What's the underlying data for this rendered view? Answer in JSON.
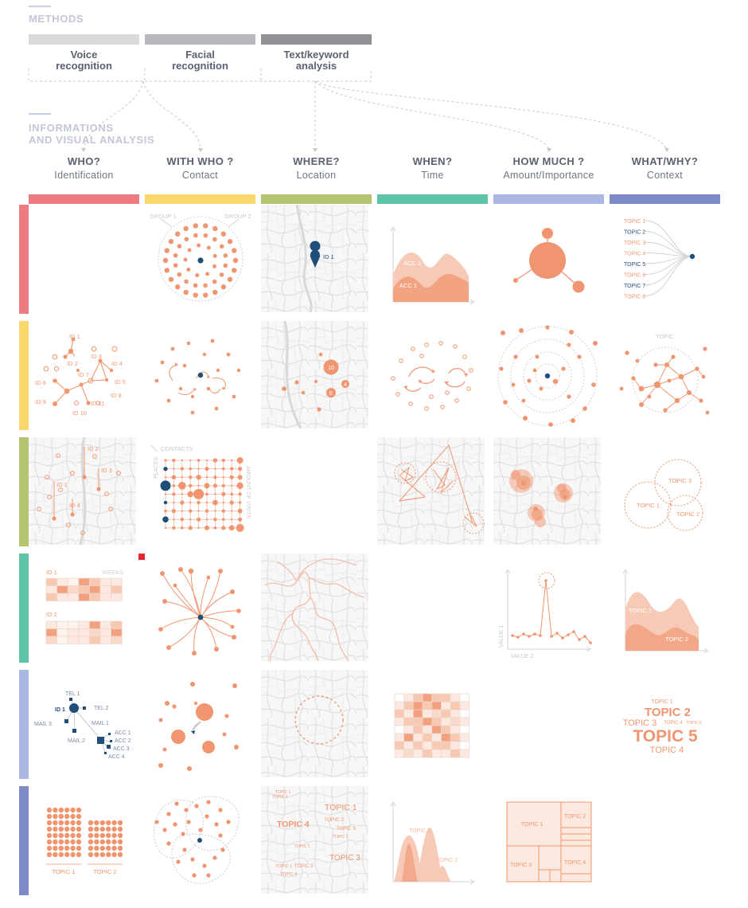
{
  "methods_section": {
    "label": "METHODS"
  },
  "methods": [
    {
      "label_line1": "Voice",
      "label_line2": "recognition",
      "color": "#d9dadc"
    },
    {
      "label_line1": "Facial",
      "label_line2": "recognition",
      "color": "#b8b9bc"
    },
    {
      "label_line1": "Text/keyword",
      "label_line2": "analysis",
      "color": "#8f9194"
    }
  ],
  "info_section": {
    "line1": "INFORMATIONS",
    "line2": "AND VISUAL ANALYSIS"
  },
  "columns": [
    {
      "title": "WHO?",
      "subtitle": "Identification",
      "color": "#ec7c82"
    },
    {
      "title": "WITH WHO ?",
      "subtitle": "Contact",
      "color": "#f8d86a"
    },
    {
      "title": "WHERE?",
      "subtitle": "Location",
      "color": "#b4c56f"
    },
    {
      "title": "WHEN?",
      "subtitle": "Time",
      "color": "#5ec4a8"
    },
    {
      "title": "HOW MUCH ?",
      "subtitle": "Amount/Importance",
      "color": "#a9b7e2"
    },
    {
      "title": "WHAT/WHY?",
      "subtitle": "Context",
      "color": "#7e8bc6"
    }
  ],
  "row_colors": [
    "#ec7c82",
    "#f8d86a",
    "#b4c56f",
    "#5ec4a8",
    "#a9b7e2",
    "#7e8bc6"
  ],
  "accent": "#f0956f",
  "dark_accent": "#1f4e79",
  "cells": {
    "r1c2": {
      "group1": "GROUP 1",
      "group2": "GROUP 2"
    },
    "r1c3": {
      "id": "ID 1"
    },
    "r1c4": {
      "acc2": "ACC 2",
      "acc1": "ACC 1"
    },
    "r1c6": {
      "topics": [
        "TOPIC 1",
        "TOPIC 2",
        "TOPIC 3",
        "TOPIC 4",
        "TOPIC 5",
        "TOPIC 6",
        "TOPIC 7",
        "TOPIC 8"
      ]
    },
    "r2c1": {
      "ids": [
        "ID 1",
        "ID 2",
        "ID 3",
        "ID 4",
        "ID 5",
        "ID 6",
        "ID 7",
        "ID 8",
        "ID 9",
        "ID 10",
        "ID 11"
      ]
    },
    "r2c3": {
      "b1": "10",
      "b2": "4",
      "b3": "6"
    },
    "r2c6": {
      "topic": "TOPIC"
    },
    "r3c1": {
      "ids": [
        "ID 2",
        "ID 3",
        "ID 1",
        "ID 4"
      ]
    },
    "r3c2": {
      "contacts": "CONTACTS",
      "places": "PLACES",
      "visits": "AMOUNT OF VISITS"
    },
    "r3c6": {
      "t1": "TOPIC 1",
      "t2": "TOPIC 2",
      "t3": "TOPIC 3"
    },
    "r4c1": {
      "id1": "ID 1",
      "weeks": "WEEKS",
      "id2": "ID 2"
    },
    "r4c5": {
      "value1": "VALUE 1",
      "value2": "VALUE 2"
    },
    "r4c6": {
      "t1": "TOPIC 1",
      "t2": "TOPIC 2"
    },
    "r5c1": {
      "tel1": "TEL 1",
      "id1": "ID 1",
      "tel2": "TEL 2",
      "mail1": "MAIL 1",
      "mail3": "MAIL 3",
      "mail2": "MAIL 2",
      "acc1": "ACC 1",
      "acc2": "ACC 2",
      "acc3": "ACC 3",
      "acc4": "ACC 4"
    },
    "r5c6": {
      "t1": "TOPIC 1",
      "t2": "TOPIC 2",
      "t3": "TOPIC 3",
      "t4small": "TOPIC 4",
      "t6": "TOPIC 6",
      "t5": "TOPIC 5",
      "t4": "TOPIC 4"
    },
    "r6c1": {
      "t1": "TOPIC 1",
      "t2": "TOPIC 2"
    },
    "r6c3": {
      "t1a": "TOPIC 1",
      "t1b": "TOPIC 1",
      "t4": "TOPIC 4",
      "t1big": "TOPIC 1",
      "t2": "TOPIC 2",
      "t3": "TOPIC 3",
      "t1c": "TOPIC 1",
      "t1d": "TOPIC 1",
      "t1e": "TOPIC 1",
      "t3b": "TOPIC 3",
      "t3big": "TOPIC 3",
      "t4b": "TOPIC 4"
    },
    "r6c4": {
      "t1": "TOPIC 1",
      "t2": "TOPIC 2"
    },
    "r6c5": {
      "t1": "TOPIC 1",
      "t2": "TOPIC 2",
      "t3": "TOPIC 3",
      "t4": "TOPIC 4"
    }
  }
}
